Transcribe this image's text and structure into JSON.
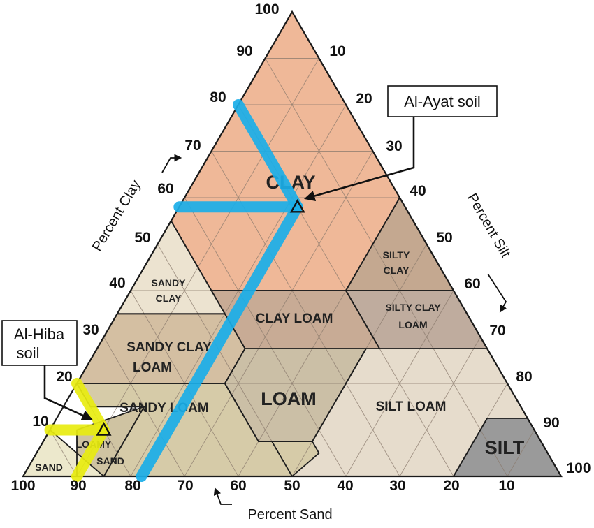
{
  "axes": {
    "clay_title": "Percent Clay",
    "silt_title": "Percent Silt",
    "sand_title": "Percent Sand",
    "clay_ticks": [
      "100",
      "90",
      "80",
      "70",
      "60",
      "50",
      "40",
      "30",
      "20",
      "10"
    ],
    "silt_ticks": [
      "10",
      "20",
      "30",
      "40",
      "50",
      "60",
      "70",
      "80",
      "90",
      "100"
    ],
    "sand_ticks": [
      "100",
      "90",
      "80",
      "70",
      "60",
      "50",
      "40",
      "30",
      "20",
      "10"
    ]
  },
  "regions": [
    {
      "id": "clay",
      "label": "CLAY",
      "color": "#efb898"
    },
    {
      "id": "silty-clay",
      "label_lines": [
        "SILTY",
        "CLAY"
      ],
      "color": "#c4a890"
    },
    {
      "id": "sandy-clay",
      "label_lines": [
        "SANDY",
        "CLAY"
      ],
      "color": "#ece3d0"
    },
    {
      "id": "clay-loam",
      "label": "CLAY LOAM",
      "color": "#c8ab95"
    },
    {
      "id": "silty-clay-loam",
      "label_lines": [
        "SILTY CLAY",
        "LOAM"
      ],
      "color": "#bfac9e"
    },
    {
      "id": "sandy-clay-loam",
      "label_lines": [
        "SANDY CLAY",
        "LOAM"
      ],
      "color": "#d4bfa2"
    },
    {
      "id": "loam",
      "label": "LOAM",
      "color": "#cbbfa6"
    },
    {
      "id": "silt-loam",
      "label": "SILT LOAM",
      "color": "#e6dccc"
    },
    {
      "id": "sandy-loam",
      "label": "SANDY LOAM",
      "color": "#d6cba8"
    },
    {
      "id": "loamy-sand",
      "label_lines": [
        "LOAMY",
        "SAND"
      ],
      "color": "#cfc3a2"
    },
    {
      "id": "sand",
      "label": "SAND",
      "color": "#ece8cc"
    },
    {
      "id": "silt",
      "label": "SILT",
      "color": "#9a9a9a"
    }
  ],
  "samples": [
    {
      "name": "Al-Ayat soil",
      "label_lines": [
        "Al-Ayat soil"
      ],
      "clay": 58,
      "silt": 22,
      "sand": 20,
      "color": "#1aaee8"
    },
    {
      "name": "Al-Hiba soil",
      "label_lines": [
        "Al-Hiba",
        "soil"
      ],
      "clay": 10,
      "silt": 10,
      "sand": 80,
      "color": "#e8ec10"
    }
  ]
}
